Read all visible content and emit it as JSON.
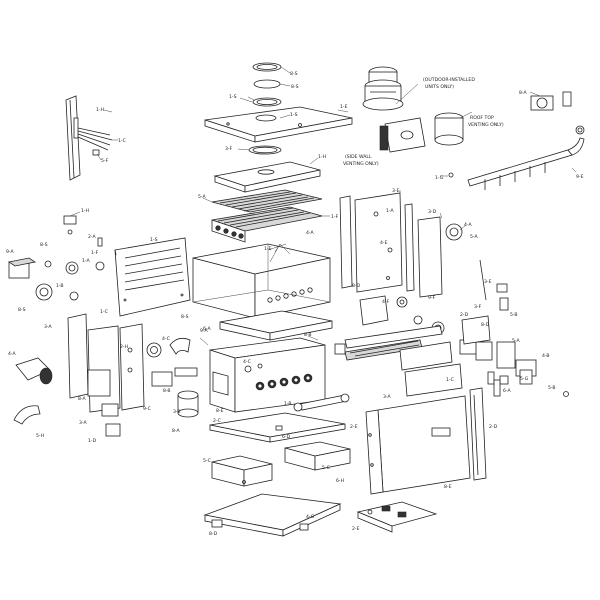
{
  "notes": {
    "outdoor_1": "(OUTDOOR-INSTALLED",
    "outdoor_2": "UNITS ONLY)",
    "roof_1": "ROOF TOP",
    "roof_2": "VENTING ONLY)",
    "side_1": "(SIDE WALL",
    "side_2": "VENTING ONLY)"
  },
  "labels": [
    "8-S",
    "8-S",
    "1-S",
    "1-S",
    "1-E",
    "3-F",
    "1-H",
    "5-A",
    "1-F",
    "1-H",
    "1-C",
    "5-F",
    "1-H",
    "1-S",
    "2-A",
    "8-S",
    "9-A",
    "1-F",
    "8-S",
    "1-B",
    "1-A",
    "3-A",
    "4-A",
    "5-H",
    "3-A",
    "8-A",
    "1-D",
    "2-H",
    "1-C",
    "4-C",
    "9-C",
    "8-A",
    "8-B",
    "8-S",
    "6-A",
    "1-E",
    "8-B",
    "4-C",
    "8-E",
    "1-B",
    "2-C",
    "5-C",
    "6-D",
    "5-C",
    "2-E",
    "4-G",
    "8-D",
    "2-E",
    "4-A",
    "4-E",
    "3-E",
    "8-D",
    "1-A",
    "3-D",
    "4-A",
    "9-F",
    "4-F",
    "2-D",
    "8-D",
    "3-E",
    "5-B",
    "5-A",
    "4-B",
    "1-C",
    "6-A",
    "8-E",
    "2-D",
    "3-A",
    "5-A",
    "6-H",
    "3-F",
    "5-G",
    "1-G",
    "9-E",
    "8-A",
    "5-B",
    "9-A",
    "3-B"
  ]
}
